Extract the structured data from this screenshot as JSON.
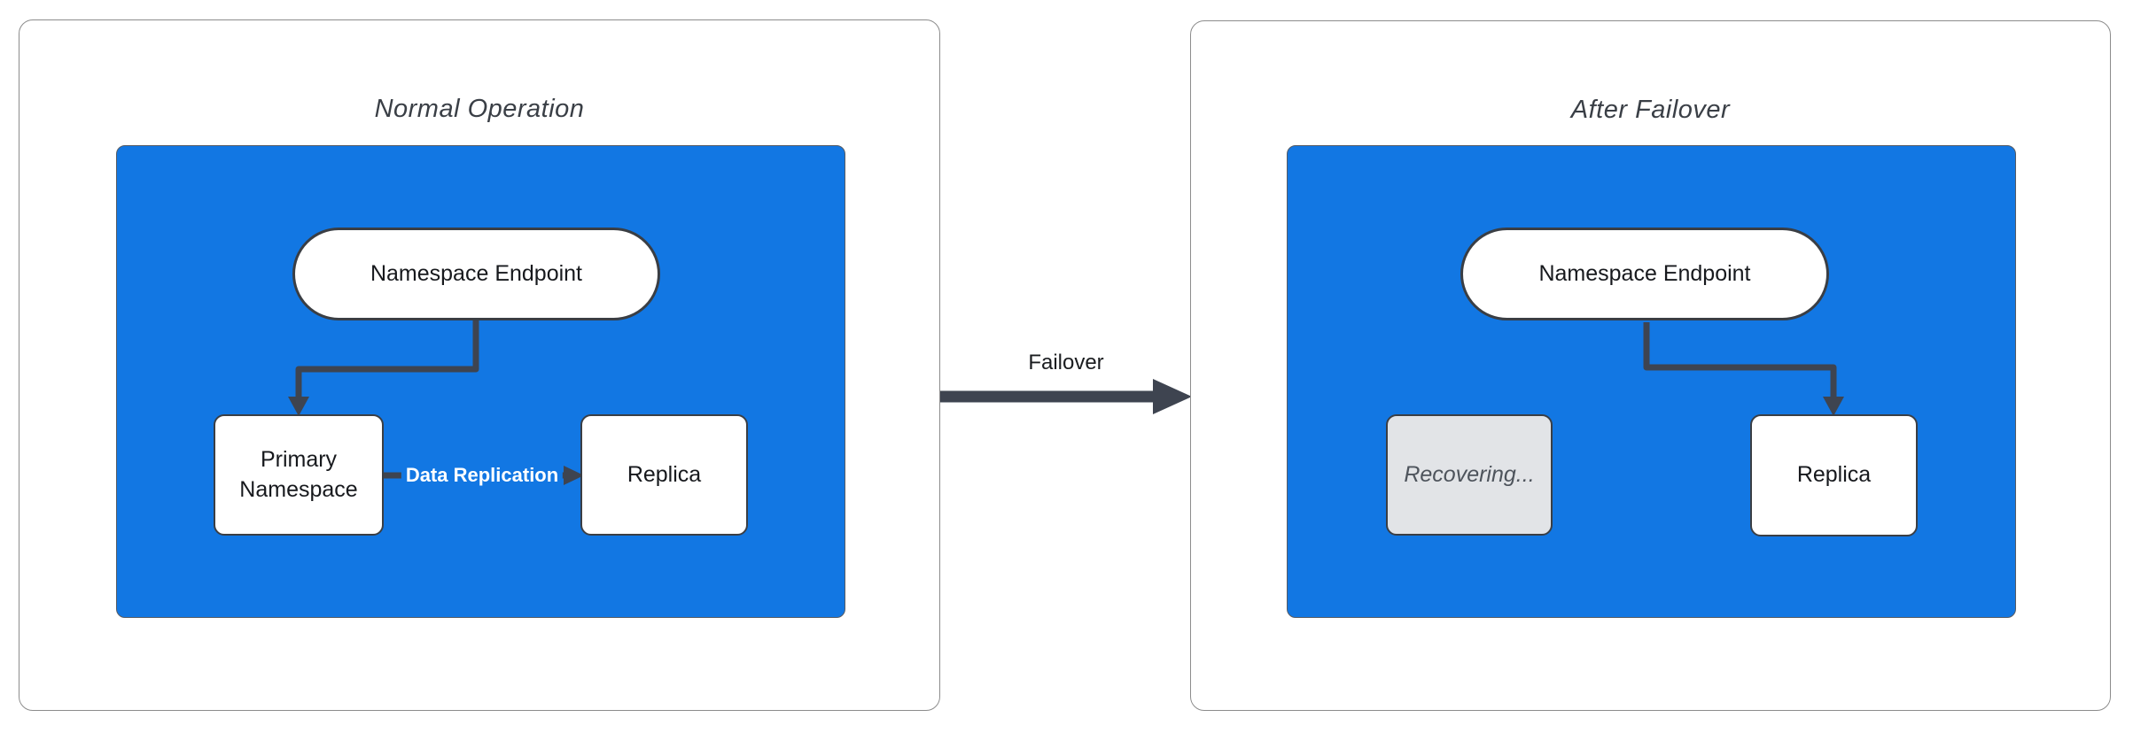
{
  "colors": {
    "container_fill": "#1277E3",
    "arrow_stroke": "#3E4450",
    "node_border": "#3A3E44",
    "panel_border": "#8C8C8C",
    "title_color": "#3A3F46",
    "disabled_fill": "#E2E4E7",
    "disabled_text": "#4E545C",
    "background": "#FFFFFF"
  },
  "panels": [
    {
      "title": "Normal Operation",
      "endpoint_label": "Namespace Endpoint",
      "primary_label": "Primary Namespace",
      "replica_label": "Replica",
      "replication_label": "Data Replication"
    },
    {
      "title": "After Failover",
      "endpoint_label": "Namespace Endpoint",
      "recovering_label": "Recovering...",
      "replica_label": "Replica"
    }
  ],
  "failover_label": "Failover"
}
